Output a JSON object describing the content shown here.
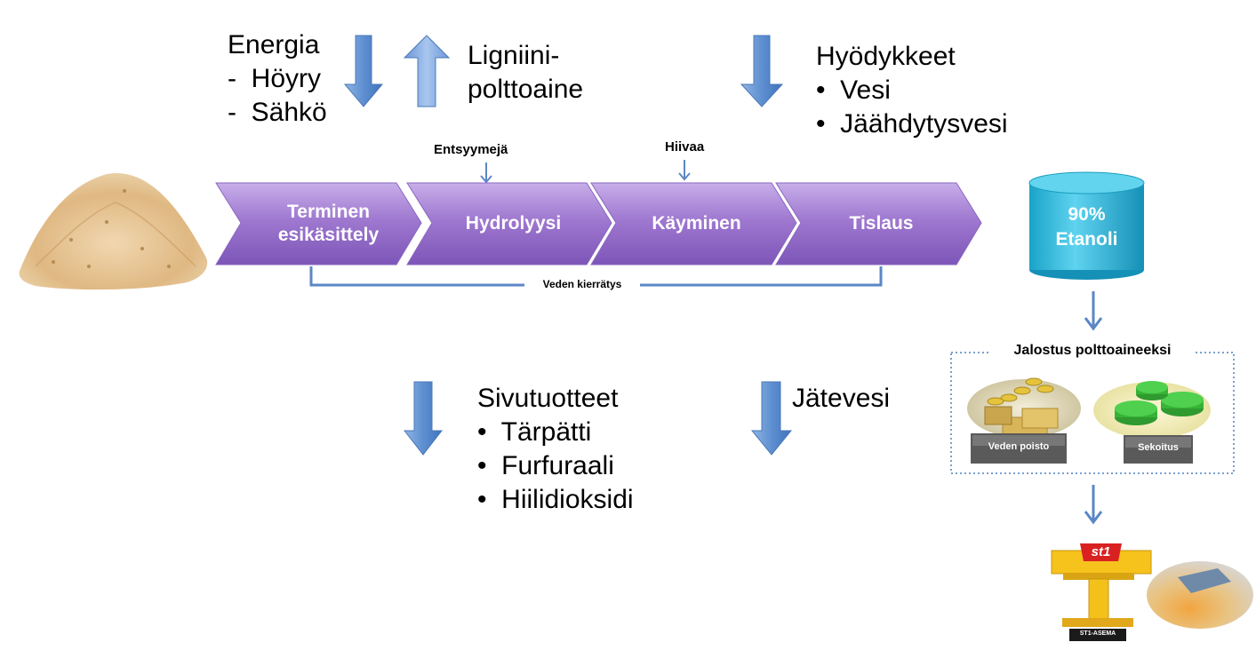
{
  "inputs": {
    "energy": {
      "title": "Energia",
      "items": [
        "-  Höyry",
        "-  Sähkö"
      ]
    },
    "lignin": {
      "lines": [
        "Ligniini-",
        "polttoaine"
      ]
    },
    "utilities": {
      "title": "Hyödykkeet",
      "items": [
        "•  Vesi",
        "•  Jäähdytysvesi"
      ]
    }
  },
  "additives": {
    "enzymes": "Entsyymejä",
    "yeast": "Hiivaa"
  },
  "process": {
    "steps": [
      {
        "lines": [
          "Terminen",
          "esikäsittely"
        ]
      },
      {
        "lines": [
          "Hydrolyysi"
        ]
      },
      {
        "lines": [
          "Käyminen"
        ]
      },
      {
        "lines": [
          "Tislaus"
        ]
      }
    ],
    "recycle_label": "Veden kierrätys"
  },
  "product": {
    "lines": [
      "90%",
      "Etanoli"
    ]
  },
  "refining": {
    "title": "Jalostus polttoaineeksi",
    "dewatering": "Veden poisto",
    "blending": "Sekoitus"
  },
  "outputs": {
    "byproducts": {
      "title": "Sivutuotteet",
      "items": [
        "•  Tärpätti",
        "•  Furfuraali",
        "•  Hiilidioksidi"
      ]
    },
    "wastewater": "Jätevesi"
  },
  "station": {
    "logo": "st1",
    "sign": "ST1-ASEMA"
  },
  "colors": {
    "arrow_blue": "#4f81bd",
    "chevron_purple": "#9a70cc",
    "cylinder_cyan": "#29b8d8",
    "connector_blue": "#5b87c6"
  }
}
